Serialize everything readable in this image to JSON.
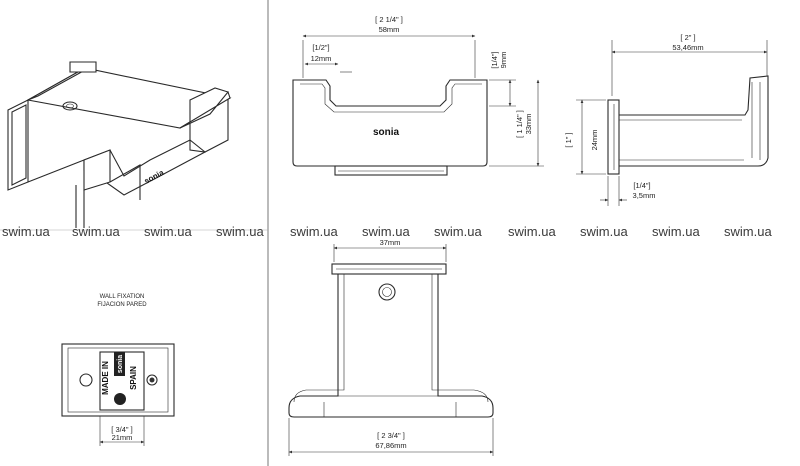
{
  "watermark": "swim.ua",
  "brand_mark": "sonia",
  "front_view": {
    "width_in": "[ 2 1/4\" ]",
    "width_mm": "58mm",
    "lip_in": "[1/2\"]",
    "lip_mm": "12mm",
    "lip_depth_in": "[1/4\"]",
    "lip_depth_mm": "9mm",
    "height_in": "[ 1 1/4\" ]",
    "height_mm": "33mm"
  },
  "side_view": {
    "length_in": "[ 2\" ]",
    "length_mm": "53,46mm",
    "height_in": "[ 1\" ]",
    "height_mm": "24mm",
    "plate_in": "[1/4\"]",
    "plate_mm": "3,5mm"
  },
  "wall_fixation": {
    "title_en": "WALL FIXATION",
    "title_es": "FIJACION PARED",
    "made_in": "MADE IN",
    "spain": "SPAIN",
    "width_in": "[ 3/4\" ]",
    "width_mm": "21mm"
  },
  "bottom_view": {
    "top_mm": "37mm",
    "width_in": "[ 2 3/4\" ]",
    "width_mm": "67,86mm"
  }
}
